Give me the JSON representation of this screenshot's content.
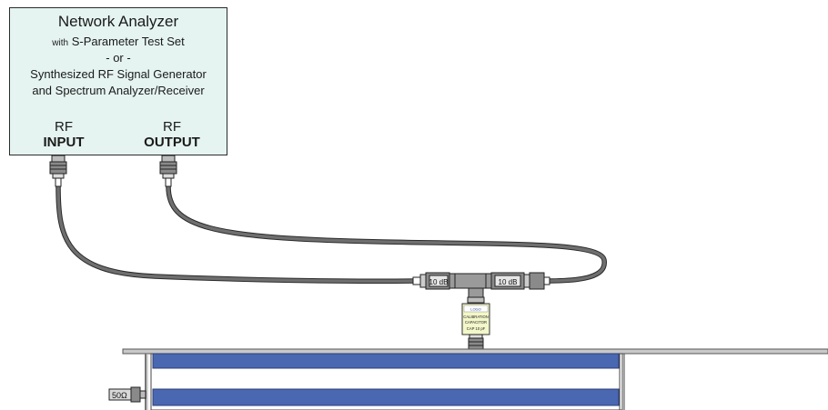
{
  "instrument": {
    "title": "Network Analyzer",
    "subtitle_prefix": "with",
    "subtitle": "S-Parameter Test Set",
    "or_text": "- or -",
    "alt_line1": "Synthesized RF Signal Generator",
    "alt_line2": "and Spectrum Analyzer/Receiver",
    "input_port": {
      "top": "RF",
      "bottom": "INPUT"
    },
    "output_port": {
      "top": "RF",
      "bottom": "OUTPUT"
    }
  },
  "attenuators": {
    "left_label": "10 dB",
    "right_label": "10 dB"
  },
  "capacitor": {
    "logo_text": "LOGO",
    "line1": "CALIBRATION",
    "line2": "CAPACITOR",
    "line3": "CAP 10 pF"
  },
  "termination": {
    "label": "50Ω"
  },
  "colors": {
    "instrument_fill": "#e5f4f1",
    "cable": "#6f6f6f",
    "stripe_blue": "#4a67b1",
    "capacitor_fill": "#f3f7c9"
  }
}
